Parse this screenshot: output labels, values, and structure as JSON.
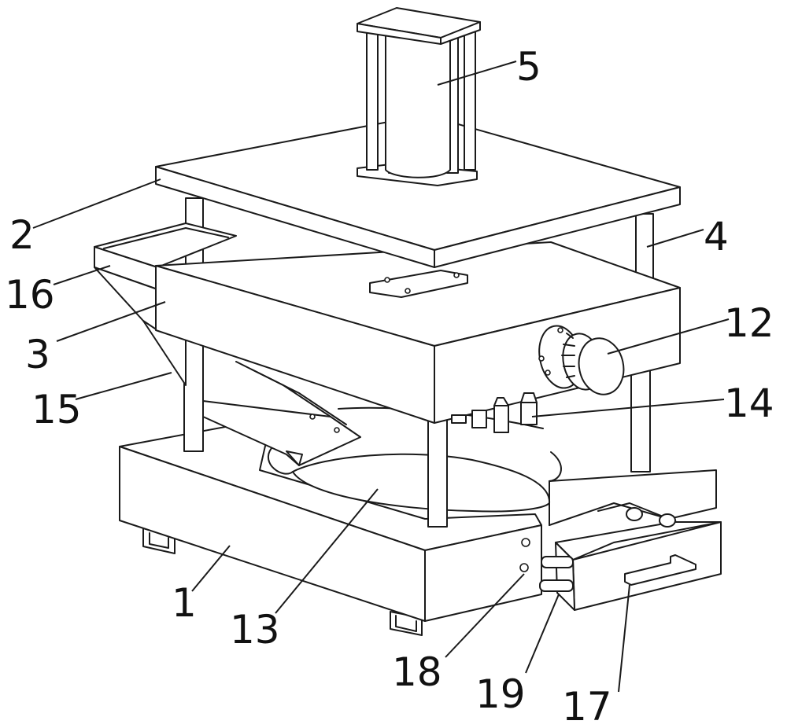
{
  "callouts": {
    "c1": "1",
    "c2": "2",
    "c3": "3",
    "c4": "4",
    "c5": "5",
    "c12": "12",
    "c13": "13",
    "c14": "14",
    "c15": "15",
    "c16": "16",
    "c17": "17",
    "c18": "18",
    "c19": "19"
  }
}
